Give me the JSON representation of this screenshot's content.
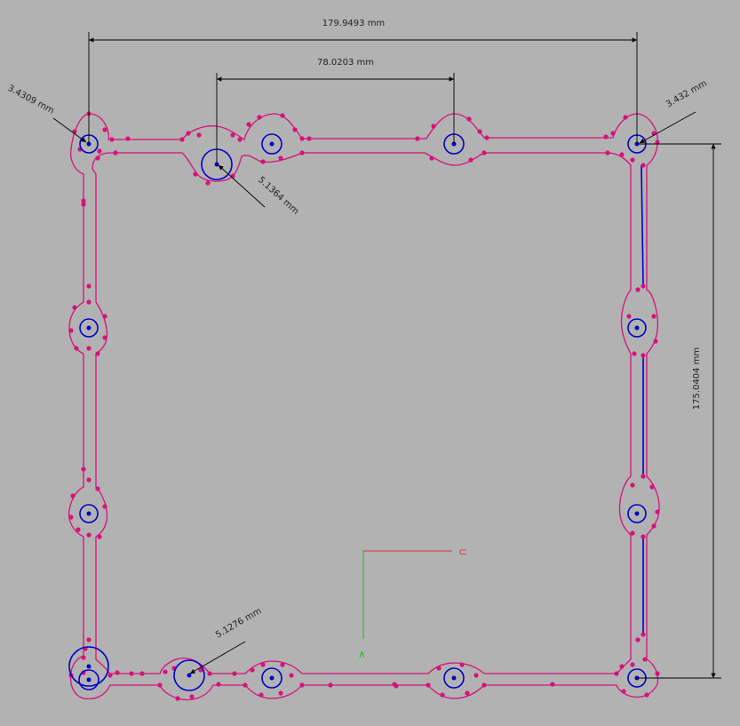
{
  "dimensions": {
    "overall_width": "179.9493 mm",
    "hole_spacing": "78.0203 mm",
    "overall_height": "175.0404 mm",
    "radius_top_left": "3.4309 mm",
    "radius_top_right": "3.432 mm",
    "radius_top_mid": "5.1364 mm",
    "radius_bottom_mid": "5.1276 mm"
  },
  "axes": {
    "x_label": "⊂",
    "y_label": "∧"
  },
  "colors": {
    "background": "#b2b2b2",
    "sketch_profile": "#d6127a",
    "hole_circle": "#0000cc",
    "dimension_line": "#000000",
    "x_axis": "#e03030",
    "y_axis": "#20c020"
  }
}
